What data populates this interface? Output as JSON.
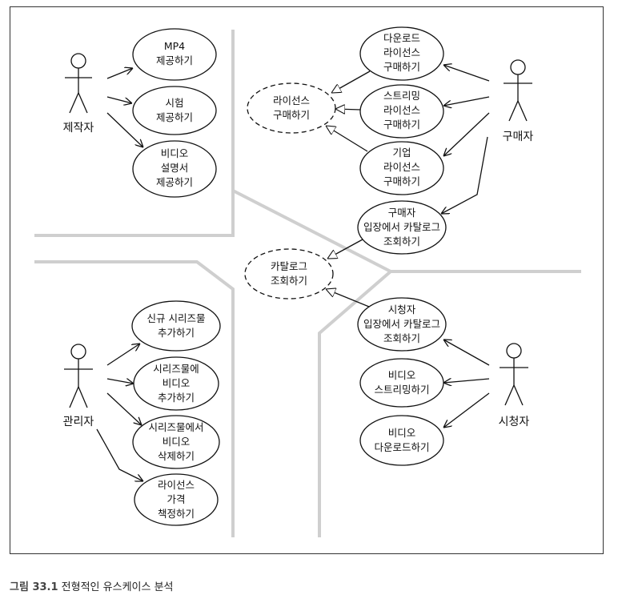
{
  "caption": {
    "number": "그림 33.1",
    "text": "전형적인 유스케이스 분석"
  },
  "actors": {
    "producer": "제작자",
    "buyer": "구매자",
    "admin": "관리자",
    "viewer": "시청자"
  },
  "usecases": {
    "uc_mp4": [
      "MP4",
      "제공하기"
    ],
    "uc_trial": [
      "시험",
      "제공하기"
    ],
    "uc_video_desc": [
      "비디오",
      "설명서",
      "제공하기"
    ],
    "uc_download_license": [
      "다운로드",
      "라이선스",
      "구매하기"
    ],
    "uc_streaming_license": [
      "스트리밍",
      "라이선스",
      "구매하기"
    ],
    "uc_enterprise_license": [
      "기업",
      "라이선스",
      "구매하기"
    ],
    "uc_buy_license": [
      "라이선스",
      "구매하기"
    ],
    "uc_buyer_catalog": [
      "구매자",
      "입장에서 카탈로그",
      "조회하기"
    ],
    "uc_catalog": [
      "카탈로그",
      "조회하기"
    ],
    "uc_viewer_catalog": [
      "시청자",
      "입장에서 카탈로그",
      "조회하기"
    ],
    "uc_stream_video": [
      "비디오",
      "스트리밍하기"
    ],
    "uc_download_video": [
      "비디오",
      "다운로드하기"
    ],
    "uc_add_series": [
      "신규 시리즈물",
      "추가하기"
    ],
    "uc_add_video": [
      "시리즈물에",
      "비디오",
      "추가하기"
    ],
    "uc_delete_video": [
      "시리즈물에서",
      "비디오",
      "삭제하기"
    ],
    "uc_pricing": [
      "라이선스",
      "가격",
      "책정하기"
    ]
  }
}
